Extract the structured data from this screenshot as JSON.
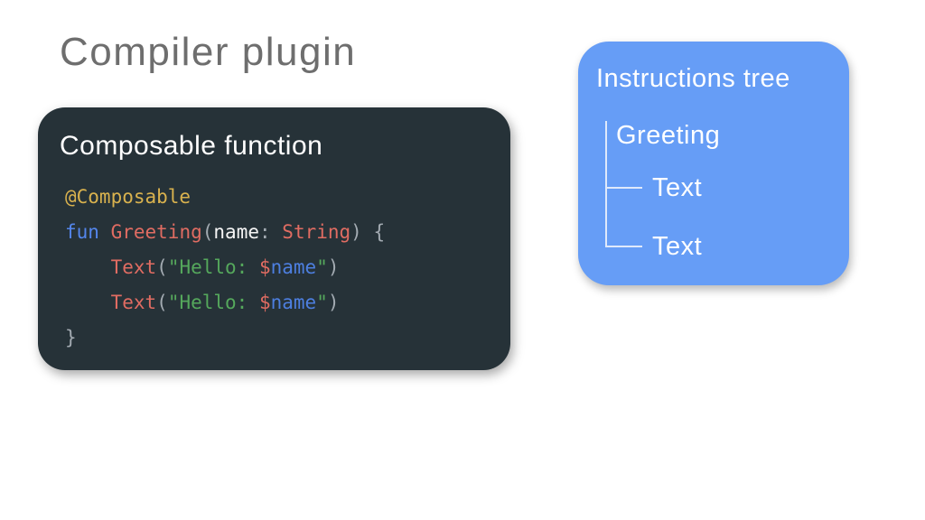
{
  "title": "Compiler plugin",
  "colors": {
    "page_bg": "#ffffff",
    "title_text": "#6e6e6e",
    "code_card_bg": "#263238",
    "tree_card_bg": "#669df6",
    "tree_line": "#dfe9fb",
    "heading_text": "#ffffff",
    "code": {
      "annotation": "#d9b24e",
      "keyword": "#5486ec",
      "function": "#e06c62",
      "string": "#55a85c",
      "interpolation": "#4d7fe0",
      "plain": "#f5f5f5",
      "punct": "#a3abb2"
    }
  },
  "code_card": {
    "heading": "Composable function",
    "lines": [
      [
        {
          "t": "@Composable",
          "c": "annotation"
        }
      ],
      [
        {
          "t": "fun",
          "c": "keyword"
        },
        {
          "t": " ",
          "c": "plain"
        },
        {
          "t": "Greeting",
          "c": "function"
        },
        {
          "t": "(",
          "c": "punct"
        },
        {
          "t": "name",
          "c": "plain"
        },
        {
          "t": ":",
          "c": "punct"
        },
        {
          "t": " ",
          "c": "plain"
        },
        {
          "t": "String",
          "c": "function"
        },
        {
          "t": ")",
          "c": "punct"
        },
        {
          "t": " ",
          "c": "plain"
        },
        {
          "t": "{",
          "c": "punct"
        }
      ],
      [
        {
          "t": "    ",
          "c": "plain"
        },
        {
          "t": "Text",
          "c": "function"
        },
        {
          "t": "(",
          "c": "punct"
        },
        {
          "t": "\"Hello: ",
          "c": "string"
        },
        {
          "t": "$",
          "c": "function"
        },
        {
          "t": "name",
          "c": "interpolation"
        },
        {
          "t": "\"",
          "c": "string"
        },
        {
          "t": ")",
          "c": "punct"
        }
      ],
      [
        {
          "t": "    ",
          "c": "plain"
        },
        {
          "t": "Text",
          "c": "function"
        },
        {
          "t": "(",
          "c": "punct"
        },
        {
          "t": "\"Hello: ",
          "c": "string"
        },
        {
          "t": "$",
          "c": "function"
        },
        {
          "t": "name",
          "c": "interpolation"
        },
        {
          "t": "\"",
          "c": "string"
        },
        {
          "t": ")",
          "c": "punct"
        }
      ],
      [
        {
          "t": "}",
          "c": "punct"
        }
      ]
    ]
  },
  "tree_card": {
    "heading": "Instructions tree",
    "root": "Greeting",
    "children": [
      "Text",
      "Text"
    ]
  }
}
